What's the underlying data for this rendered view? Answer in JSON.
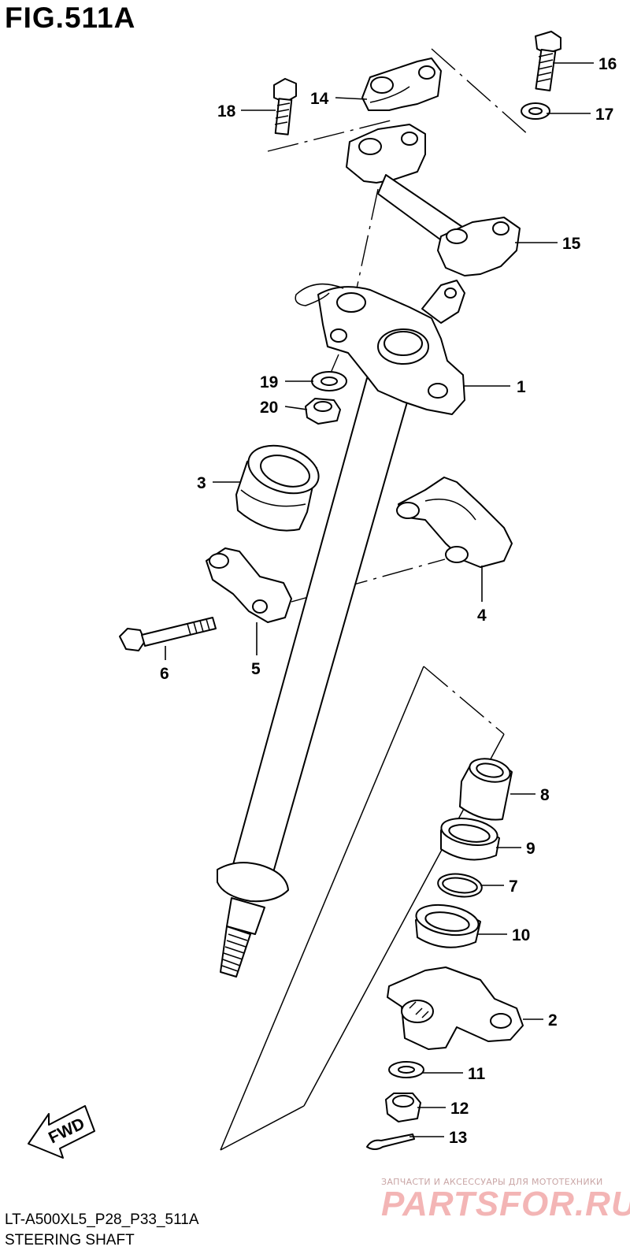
{
  "figure": {
    "title": "FIG.511A"
  },
  "callouts": {
    "p1": "1",
    "p2": "2",
    "p3": "3",
    "p4": "4",
    "p5": "5",
    "p6": "6",
    "p7": "7",
    "p8": "8",
    "p9": "9",
    "p10": "10",
    "p11": "11",
    "p12": "12",
    "p13": "13",
    "p14": "14",
    "p15": "15",
    "p16": "16",
    "p17": "17",
    "p18": "18",
    "p19": "19",
    "p20": "20"
  },
  "fwd_label": "FWD",
  "footer": {
    "model": "LT-A500XL5_P28_P33_511A",
    "section": "STEERING SHAFT"
  },
  "watermark": {
    "tagline": "ЗАПЧАСТИ И АКСЕССУАРЫ ДЛЯ МОТОТЕХНИКИ",
    "brand": "PARTSFOR.RU"
  }
}
